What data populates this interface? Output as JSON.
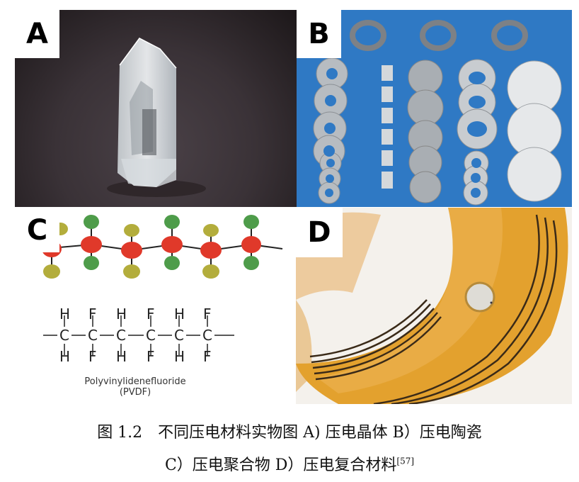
{
  "figure": {
    "panels": [
      {
        "id": "A",
        "label": "A",
        "content": "quartz crystal photo (piezoelectric crystal)"
      },
      {
        "id": "B",
        "label": "B",
        "content": "piezoelectric ceramic rings, discs and plates on blue background"
      },
      {
        "id": "C",
        "label": "C",
        "content": "PVDF molecular model and structural formula",
        "formula": {
          "top_row": [
            "H",
            "F",
            "H",
            "F",
            "H",
            "F"
          ],
          "middle_row": [
            "C",
            "C",
            "C",
            "C",
            "C",
            "C"
          ],
          "bottom_row": [
            "H",
            "F",
            "H",
            "F",
            "H",
            "F"
          ]
        },
        "name": "Polyvinylidenefluoride",
        "abbr": "(PVDF)"
      },
      {
        "id": "D",
        "label": "D",
        "content": "flexible piezoelectric composite on orange polyimide film"
      }
    ],
    "caption": {
      "line1": "图 1.2　不同压电材料实物图 A) 压电晶体 B）压电陶瓷",
      "line2": "C）压电聚合物 D）压电复合材料",
      "ref": "[57]"
    },
    "colors": {
      "ceramic_bg": "#2f79c4",
      "carbon_atom": "#e0392a",
      "fluorine_atom": "#4e9c4a",
      "hydrogen_atom": "#b3ad3c",
      "film_orange": "#e3a12e"
    }
  }
}
